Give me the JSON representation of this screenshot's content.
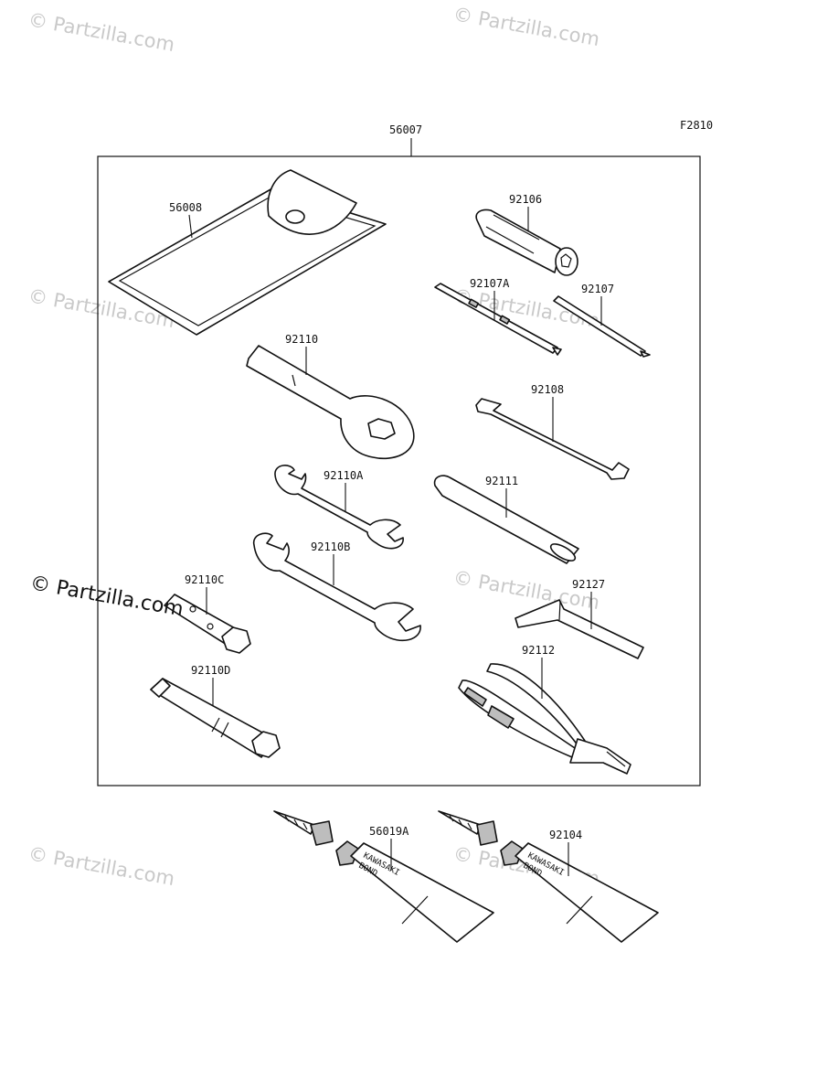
{
  "figure_code": "F2810",
  "kit_label": "56007",
  "watermark": "© Partzilla.com",
  "parts": {
    "pouch": "56008",
    "driver_handle": "92106",
    "bit_a": "92107A",
    "bit": "92107",
    "box_wrench": "92110",
    "spoke_wrench": "92108",
    "wrench_a": "92110A",
    "extension_bar": "92111",
    "wrench_b": "92110B",
    "socket_c": "92110C",
    "hex_key": "92127",
    "pliers": "92112",
    "socket_d": "92110D",
    "bond_a": "56019A",
    "bond_b": "92104"
  },
  "tube_text": {
    "line1": "KAWASAKI",
    "line2": "BOND"
  },
  "colors": {
    "line": "#111111",
    "watermark": "#c9c9c9",
    "background": "#ffffff"
  }
}
